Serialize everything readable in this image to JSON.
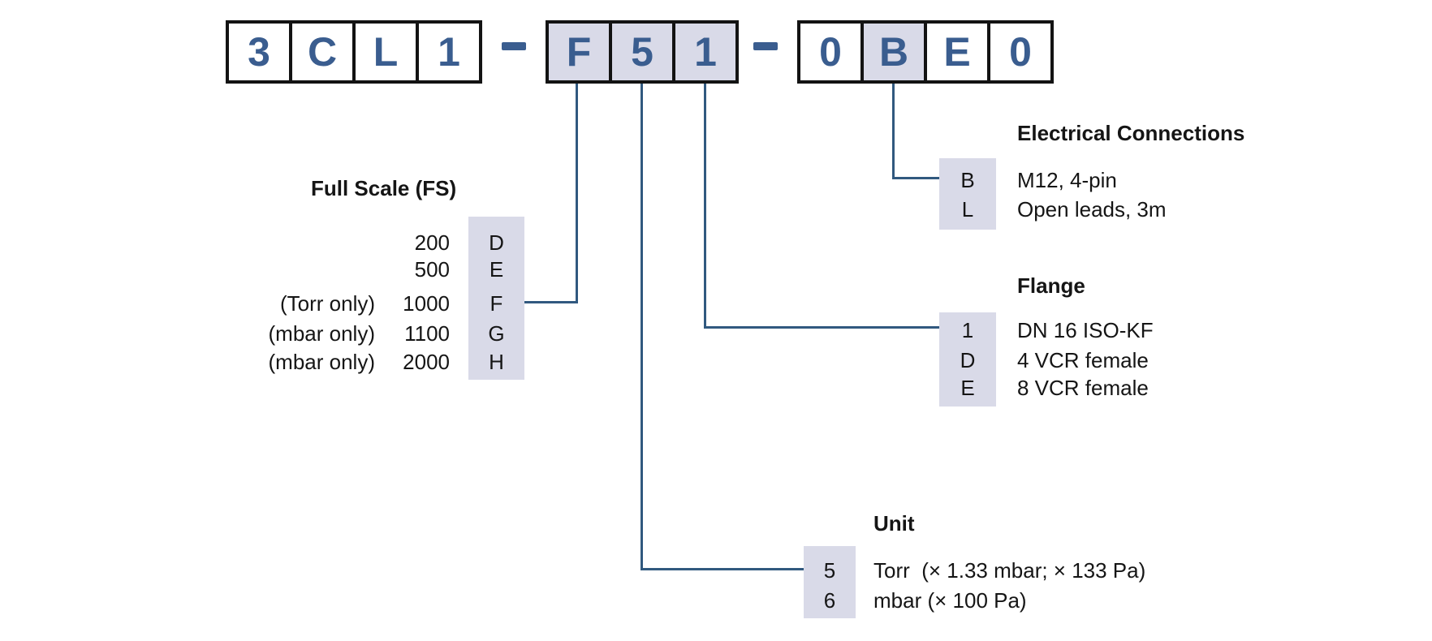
{
  "part_number": {
    "full_code": "3CL1-F51-0BE0",
    "separator": "-",
    "group1": [
      "3",
      "C",
      "L",
      "1"
    ],
    "group2": [
      "F",
      "5",
      "1"
    ],
    "group3": [
      "0",
      "B",
      "E",
      "0"
    ]
  },
  "sections": {
    "full_scale": {
      "title": "Full Scale (FS)",
      "rows": [
        {
          "qualifier": "",
          "value": "200",
          "code": "D"
        },
        {
          "qualifier": "",
          "value": "500",
          "code": "E"
        },
        {
          "qualifier": "(Torr only)",
          "value": "1000",
          "code": "F"
        },
        {
          "qualifier": "(mbar only)",
          "value": "1100",
          "code": "G"
        },
        {
          "qualifier": "(mbar only)",
          "value": "2000",
          "code": "H"
        }
      ]
    },
    "electrical": {
      "title": "Electrical Connections",
      "rows": [
        {
          "code": "B",
          "label": "M12, 4-pin"
        },
        {
          "code": "L",
          "label": "Open leads, 3m"
        }
      ]
    },
    "flange": {
      "title": "Flange",
      "rows": [
        {
          "code": "1",
          "label": "DN 16 ISO-KF"
        },
        {
          "code": "D",
          "label": "4 VCR female"
        },
        {
          "code": "E",
          "label": "8 VCR female"
        }
      ]
    },
    "unit": {
      "title": "Unit",
      "rows": [
        {
          "code": "5",
          "label": "Torr  (× 1.33 mbar; × 133 Pa)"
        },
        {
          "code": "6",
          "label": "mbar (× 100 Pa)"
        }
      ]
    }
  },
  "colors": {
    "code_text_blue": "#3a5d8f",
    "connector_blue": "#31597f",
    "highlight_lavender": "#d9dae8",
    "box_border": "#131313"
  }
}
